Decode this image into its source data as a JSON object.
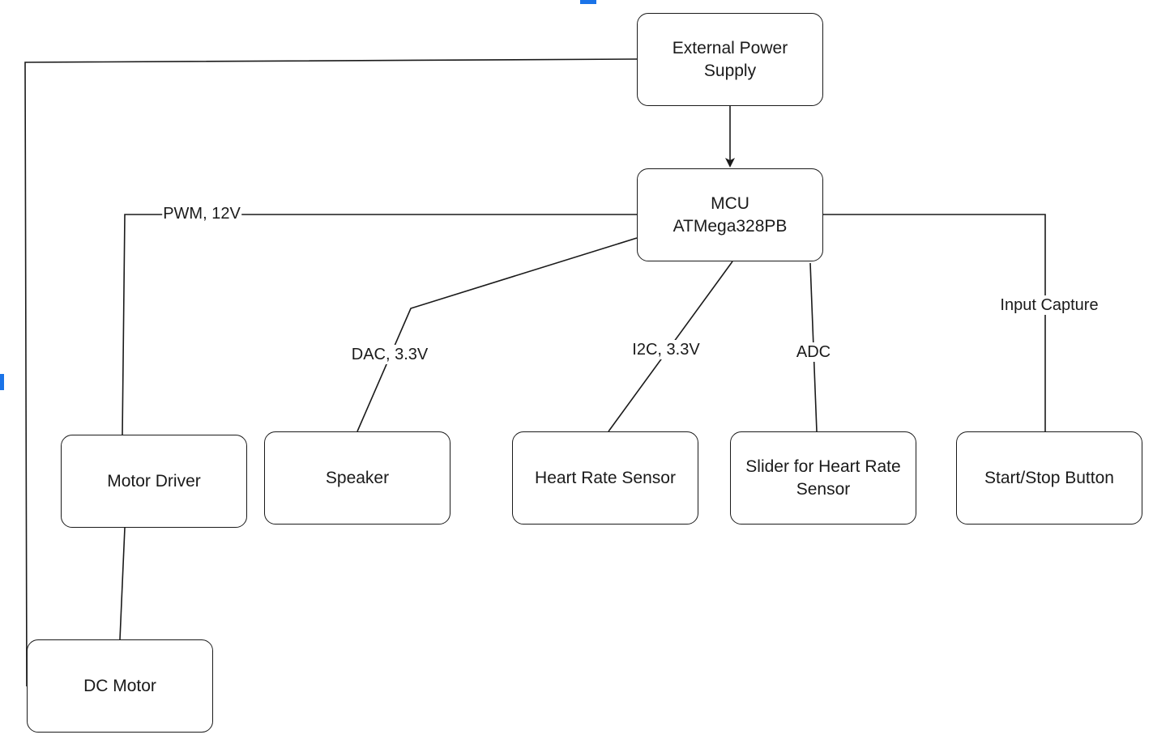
{
  "diagram": {
    "nodes": {
      "power": {
        "label": "External Power\nSupply"
      },
      "mcu": {
        "label": "MCU\nATMega328PB"
      },
      "motor_driver": {
        "label": "Motor Driver"
      },
      "speaker": {
        "label": "Speaker"
      },
      "heart_sensor": {
        "label": "Heart Rate Sensor"
      },
      "slider": {
        "label": "Slider for Heart Rate\nSensor"
      },
      "button": {
        "label": "Start/Stop Button"
      },
      "dc_motor": {
        "label": "DC Motor"
      }
    },
    "edges": {
      "pwm": {
        "label": "PWM, 12V"
      },
      "dac": {
        "label": "DAC, 3.3V"
      },
      "i2c": {
        "label": "I2C, 3.3V"
      },
      "adc": {
        "label": "ADC"
      },
      "input_capture": {
        "label": "Input Capture"
      }
    }
  },
  "colors": {
    "stroke": "#1a1a1a",
    "background": "#ffffff",
    "selection_accent": "#1a73e8"
  }
}
